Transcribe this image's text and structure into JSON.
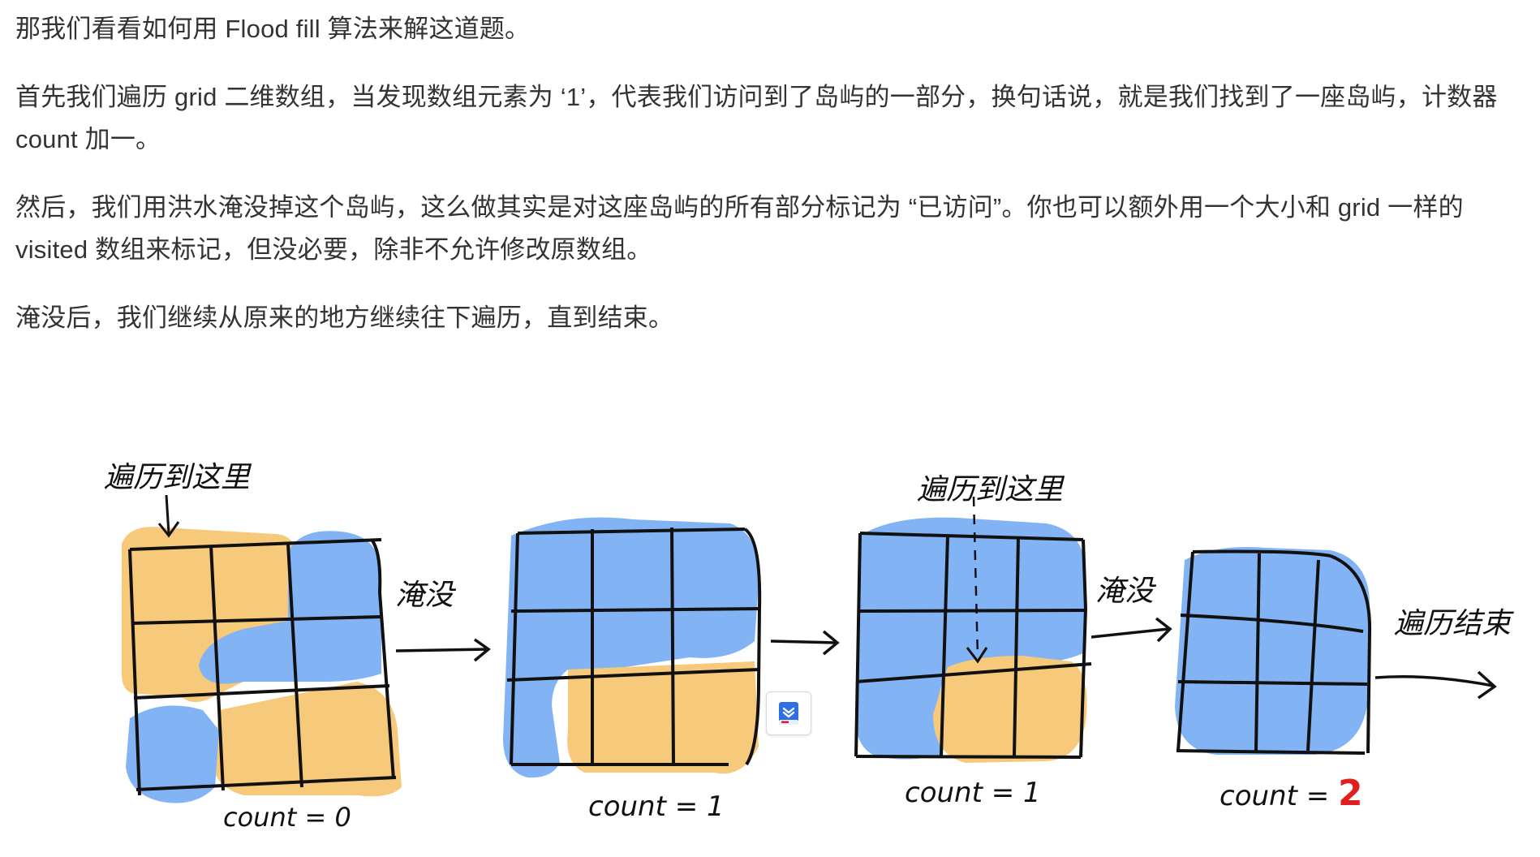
{
  "article": {
    "p1": "那我们看看如何用 Flood fill 算法来解这道题。",
    "p2": "首先我们遍历 grid 二维数组，当发现数组元素为 ‘1’，代表我们访问到了岛屿的一部分，换句话说，就是我们找到了一座岛屿，计数器 count 加一。",
    "p3": "然后，我们用洪水淹没掉这个岛屿，这么做其实是对这座岛屿的所有部分标记为 “已访问”。你也可以额外用一个大小和 grid 一样的 visited 数组来标记，但没必要，除非不允许修改原数组。",
    "p4": "淹没后，我们继续从原来的地方继续往下遍历，直到结束。"
  },
  "figure": {
    "label_visit_here_1": "遍历到这里",
    "label_flood_1": "淹没",
    "label_visit_here_2": "遍历到这里",
    "label_flood_2": "淹没",
    "label_traverse_end": "遍历结束",
    "count_1_prefix": "count = ",
    "count_1_value": "0",
    "count_2_prefix": "count = ",
    "count_2_value": "1",
    "count_3_prefix": "count = ",
    "count_3_value": "1",
    "count_4_prefix": "count = ",
    "count_4_value": "2"
  },
  "colors": {
    "land": "#f7c97a",
    "water": "#82b3f5",
    "ink": "#111111",
    "highlight": "#e02020"
  },
  "icons": {
    "float_button": "translate-book-icon"
  }
}
